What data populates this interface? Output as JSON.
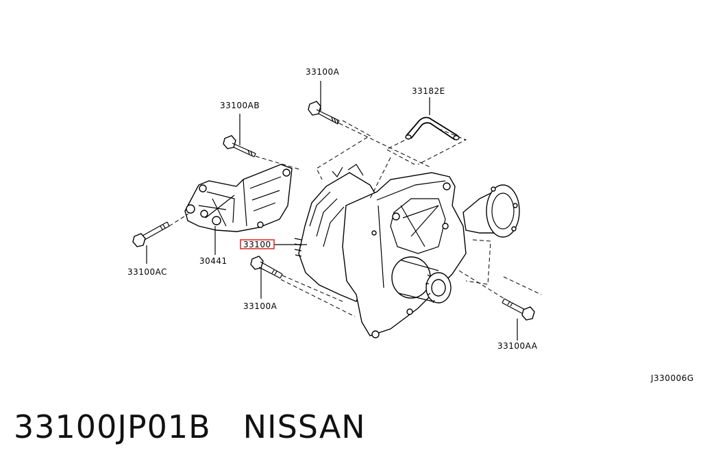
{
  "diagram": {
    "labels": {
      "bolt_top": "33100A",
      "hose": "33182E",
      "bolt_left_top": "33100AB",
      "bolt_left": "33100AC",
      "bracket": "30441",
      "transfer": "33100",
      "bolt_bottom": "33100A",
      "bolt_right": "33100AA",
      "figure_code": "J330006G"
    },
    "highlight_color": "#e02020"
  },
  "caption": {
    "part_number": "33100JP01B",
    "brand": "NISSAN"
  }
}
